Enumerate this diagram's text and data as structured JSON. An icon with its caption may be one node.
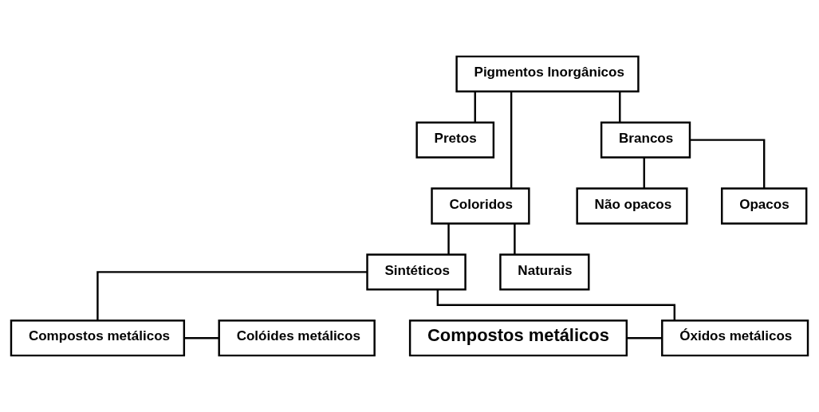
{
  "diagram": {
    "nodes": [
      {
        "text": [
          "Pigmentos Inorgânicos"
        ]
      },
      {
        "text": [
          "Pretos"
        ]
      },
      {
        "text": [
          "Coloridos"
        ]
      },
      {
        "text": [
          "Brancos"
        ]
      },
      {
        "text": [
          "Não opacos"
        ]
      },
      {
        "text": [
          "Opacos"
        ]
      },
      {
        "text": [
          "Sintéticos"
        ]
      },
      {
        "text": [
          "Naturais"
        ]
      },
      {
        "text": [
          "Compostos metálicos"
        ]
      },
      {
        "text": [
          "Óxidos metálicos"
        ]
      },
      {
        "text": [
          "Compostos metálicos"
        ]
      },
      {
        "text": [
          "Colóides metálicos"
        ]
      }
    ],
    "edges": [
      {
        "from": 0,
        "to": 1,
        "arrow": "none"
      },
      {
        "from": 0,
        "to": 2,
        "arrow": "none"
      },
      {
        "from": 0,
        "to": 3,
        "arrow": "none"
      },
      {
        "from": 3,
        "to": 4,
        "arrow": "none"
      },
      {
        "from": 3,
        "to": 5,
        "arrow": "none"
      },
      {
        "from": 2,
        "to": 6,
        "arrow": "none"
      },
      {
        "from": 2,
        "to": 7,
        "arrow": "none"
      },
      {
        "from": 6,
        "to": 9,
        "arrow": "none"
      },
      {
        "from": 6,
        "to": 10,
        "arrow": "none"
      },
      {
        "from": 8,
        "to": 9,
        "arrow": "none"
      },
      {
        "from": 10,
        "to": 11,
        "arrow": "none"
      }
    ]
  }
}
